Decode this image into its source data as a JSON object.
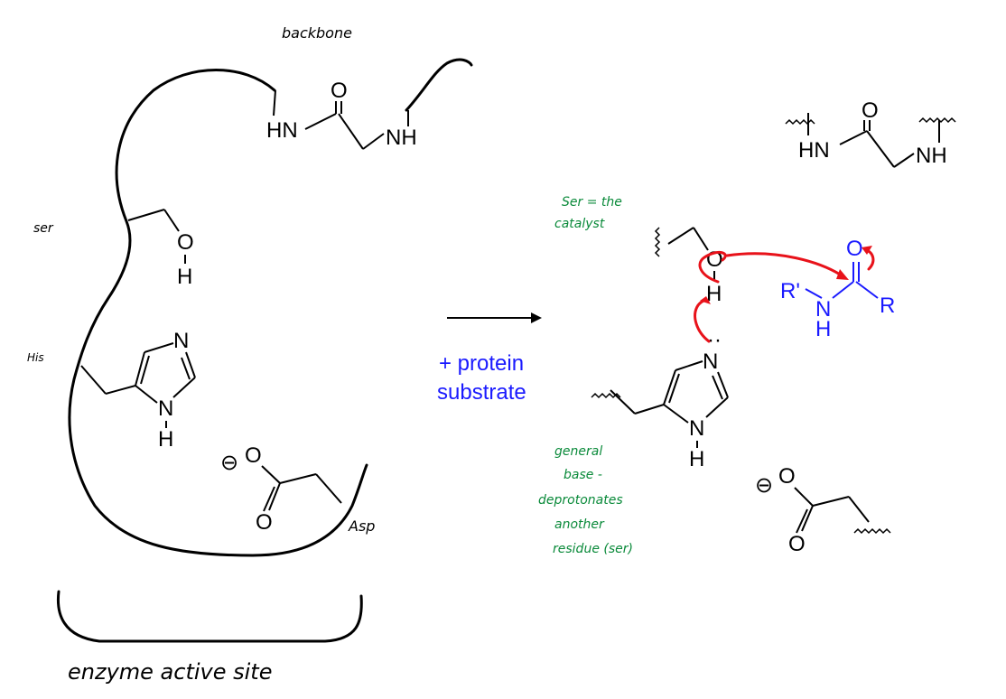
{
  "handwritten": {
    "backbone": "backbone",
    "ser": "ser",
    "his": "His",
    "asp": "Asp",
    "enzyme_active_site": "enzyme active site",
    "ser_note_line1": "Ser = the",
    "ser_note_line2": "catalyst",
    "his_note_line1": "general",
    "his_note_line2": "base -",
    "his_note_line3": "deprotonates",
    "his_note_line4": "another",
    "his_note_line5": "residue (ser)"
  },
  "reaction": {
    "reagent_line1": "+ protein",
    "reagent_line2": "substrate"
  },
  "atoms": {
    "HN": "HN",
    "NH": "NH",
    "O": "O",
    "H": "H",
    "N": "N",
    "R_prime": "R'",
    "R": "R",
    "charge_minus": "⊖"
  },
  "colors": {
    "ink": "#000000",
    "substrate": "#1a1aff",
    "arrow_push": "#e8121a",
    "annotation": "#0a8a3a"
  }
}
